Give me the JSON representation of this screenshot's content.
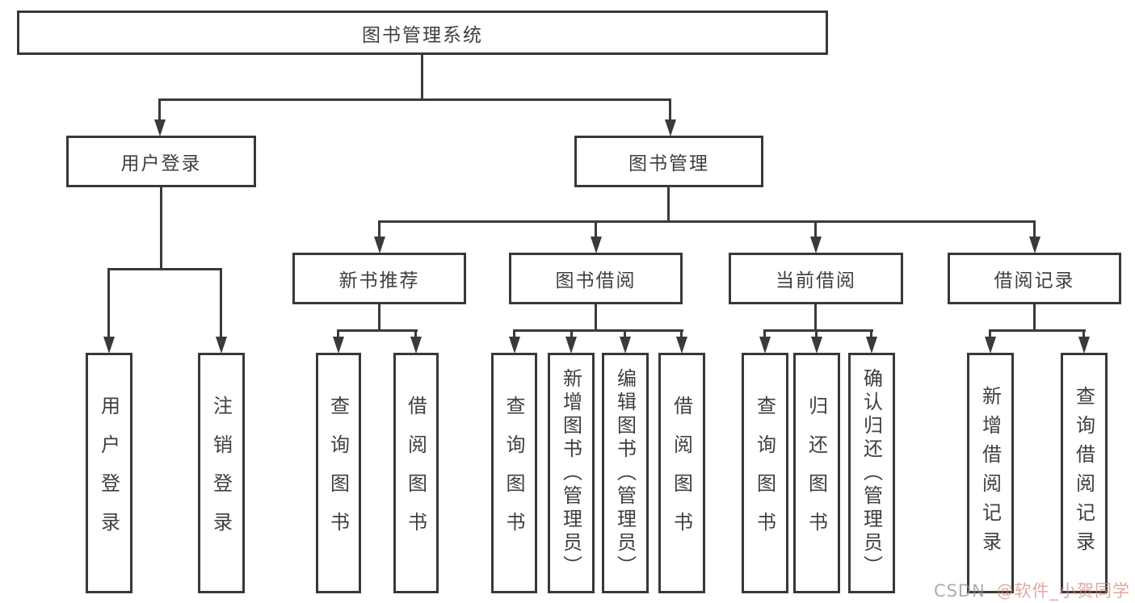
{
  "tree": {
    "root": {
      "label": "图书管理系统",
      "children": [
        {
          "label": "用户登录",
          "children": [
            {
              "label": "用户登录"
            },
            {
              "label": "注销登录"
            }
          ]
        },
        {
          "label": "图书管理",
          "children": [
            {
              "label": "新书推荐",
              "children": [
                {
                  "label": "查询图书"
                },
                {
                  "label": "借阅图书"
                }
              ]
            },
            {
              "label": "图书借阅",
              "children": [
                {
                  "label": "查询图书"
                },
                {
                  "label": "新增图书（管理员）"
                },
                {
                  "label": "编辑图书（管理员）"
                },
                {
                  "label": "借阅图书"
                }
              ]
            },
            {
              "label": "当前借阅",
              "children": [
                {
                  "label": "查询图书"
                },
                {
                  "label": "归还图书"
                },
                {
                  "label": "确认归还（管理员）"
                }
              ]
            },
            {
              "label": "借阅记录",
              "children": [
                {
                  "label": "新增借阅记录"
                },
                {
                  "label": "查询借阅记录"
                }
              ]
            }
          ]
        }
      ]
    }
  },
  "watermark": {
    "prefix": "CSDN",
    "handle": "@软件_小贺同学"
  },
  "colors": {
    "line": "#3a3a3a",
    "text": "#3f3f3f",
    "background": "#ffffff",
    "watermark_prefix": "#949090",
    "watermark_handle": "#d8827a"
  }
}
